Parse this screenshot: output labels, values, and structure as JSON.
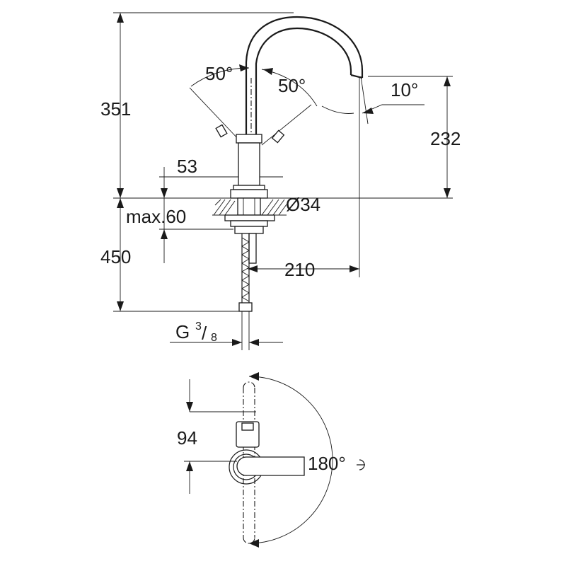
{
  "dimensions": {
    "overall_height": "351",
    "spout_height": "232",
    "base_height": "53",
    "swivel_left": "50°",
    "swivel_right": "50°",
    "spout_angle": "10°",
    "base_diameter": "Ø34",
    "counter_thickness": "max.60",
    "hose_length": "450",
    "spout_reach": "210",
    "thread_g": "G",
    "thread_num": "3",
    "thread_den": "8",
    "lever_clearance": "94",
    "rotation": "180°"
  },
  "icons": {
    "rotation_arrow": "return-arrow-icon"
  }
}
